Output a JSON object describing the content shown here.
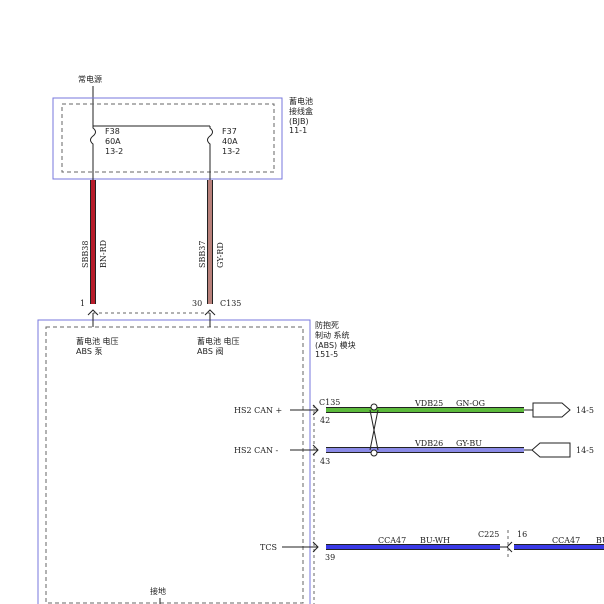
{
  "colors": {
    "module_border": "#7777dd",
    "dash": "#666666",
    "wire_bn_rd": "#b71c2a",
    "wire_gy_rd": "#b8807a",
    "wire_gn_og": "#5cba3c",
    "wire_gy_bu": "#8a8ae6",
    "wire_bu_wh": "#3a3ae6",
    "black": "#222222"
  },
  "power_label": "常电源",
  "bjb": {
    "name_lines": [
      "蓄电池",
      "接线盒",
      "(BJB)",
      "11-1"
    ],
    "fuses": [
      {
        "name": "F38",
        "rating": "60A",
        "ref": "13-2"
      },
      {
        "name": "F37",
        "rating": "40A",
        "ref": "13-2"
      }
    ]
  },
  "wires": {
    "w1": {
      "circuit": "SBB38",
      "color": "BN-RD",
      "pin": "1"
    },
    "w2": {
      "circuit": "SBB37",
      "color": "GY-RD",
      "pin": "30"
    },
    "top_connector": "C135"
  },
  "abs": {
    "name_lines": [
      "防抱死",
      "制动 系统",
      "(ABS) 模块",
      "151-5"
    ],
    "pump_label_lines": [
      "蓄电池 电压",
      "ABS 泵"
    ],
    "valve_label_lines": [
      "蓄电池 电压",
      "ABS 阀"
    ],
    "ground_label": "接地"
  },
  "signals": {
    "can_connector": "C135",
    "hs2_can_plus": {
      "label": "HS2 CAN +",
      "pin": "42",
      "circuit": "VDB25",
      "color": "GN-OG",
      "ref": "14-5"
    },
    "hs2_can_minus": {
      "label": "HS2 CAN -",
      "pin": "43",
      "circuit": "VDB26",
      "color": "GY-BU",
      "ref": "14-5"
    },
    "tcs": {
      "label": "TCS",
      "pin": "39",
      "circuit": "CCA47",
      "color": "BU-WH",
      "inline_connector": "C225",
      "inline_pin": "16",
      "circuit_right": "CCA47",
      "color_right_partial": "BU"
    }
  }
}
